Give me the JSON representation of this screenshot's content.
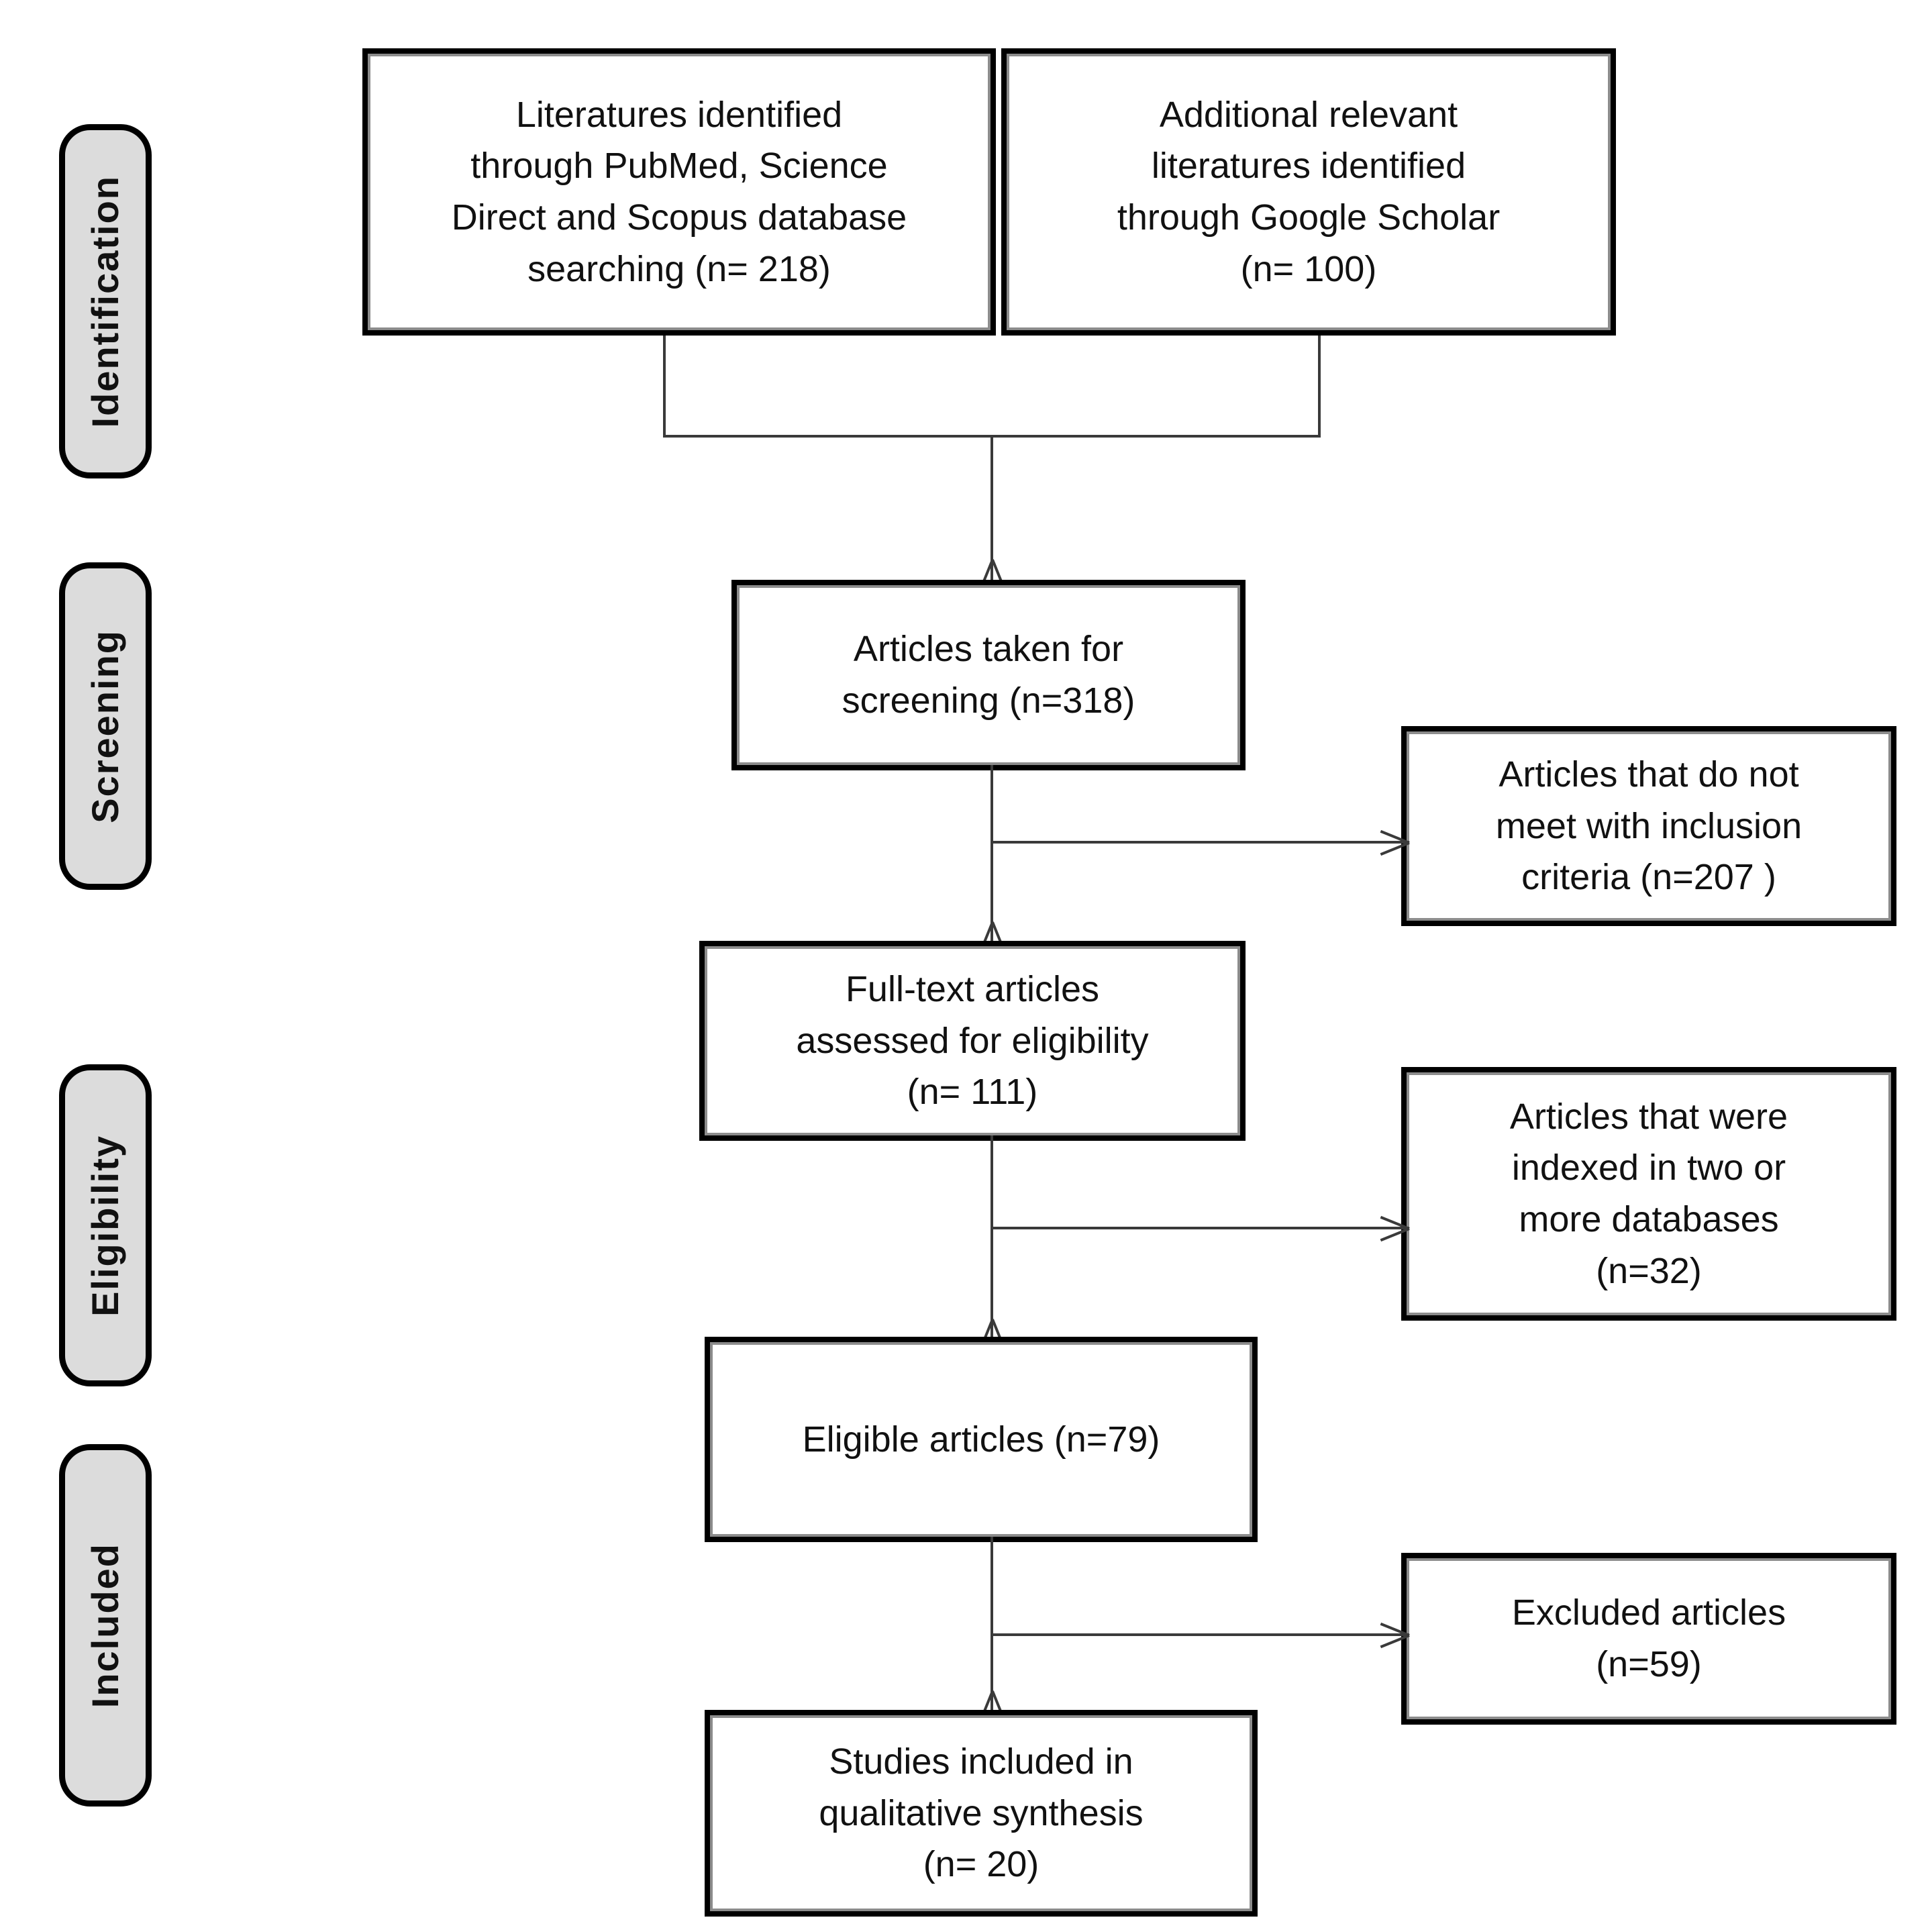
{
  "diagram": {
    "type": "prisma-flow-diagram",
    "phases": [
      {
        "id": "identification",
        "label": "Identification"
      },
      {
        "id": "screening",
        "label": "Screening"
      },
      {
        "id": "eligibility",
        "label": "Eligibility"
      },
      {
        "id": "included",
        "label": "Included"
      }
    ],
    "boxes": {
      "source_databases": {
        "text": "Literatures identified\nthrough PubMed, Science\nDirect and Scopus database\nsearching (n= 218)",
        "n": 218
      },
      "source_scholar": {
        "text": "Additional relevant\nliteratures identified\nthrough Google Scholar\n(n= 100)",
        "n": 100
      },
      "screening": {
        "text": "Articles taken for\nscreening (n=318)",
        "n": 318
      },
      "excluded_inclusion_criteria": {
        "text": "Articles that do not\nmeet with inclusion\ncriteria (n=207  )",
        "n": 207
      },
      "fulltext_eligibility": {
        "text": "Full-text articles\nassessed for eligibility\n(n=  111)",
        "n": 111
      },
      "excluded_duplicates": {
        "text": "Articles that were\nindexed in two or\nmore databases\n(n=32)",
        "n": 32
      },
      "eligible": {
        "text": "Eligible articles (n=79)",
        "n": 79
      },
      "excluded_articles": {
        "text": "Excluded articles\n(n=59)",
        "n": 59
      },
      "included_synthesis": {
        "text": "Studies included in\nqualitative synthesis\n(n= 20)",
        "n": 20
      }
    },
    "colors": {
      "box_border": "#000000",
      "box_fill": "#ffffff",
      "pill_fill": "#dcdcdc",
      "pill_border": "#000000",
      "connector": "#3a3a3a",
      "text": "#111111",
      "background": "#ffffff"
    }
  }
}
